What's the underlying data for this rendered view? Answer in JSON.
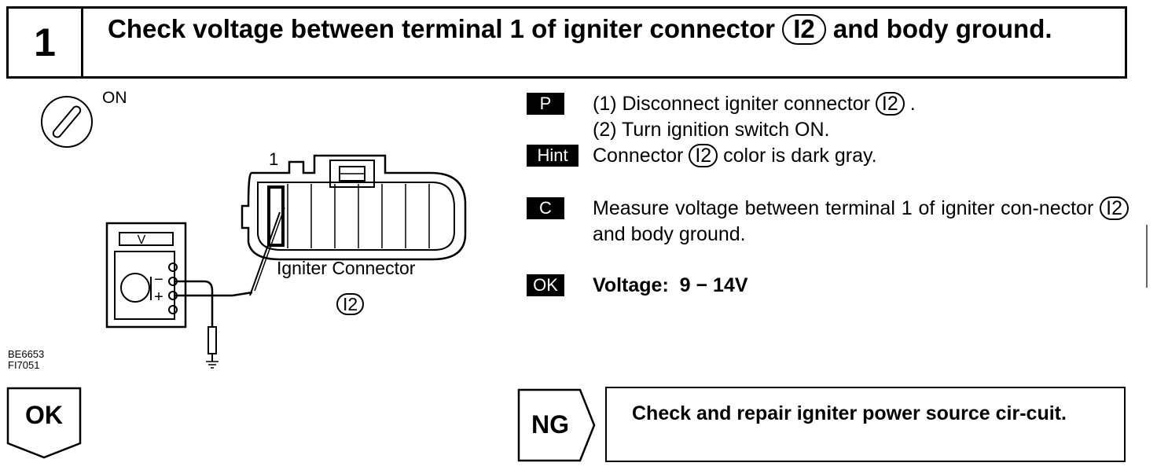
{
  "step": {
    "number": "1",
    "title_before": "Check voltage between terminal 1 of igniter connector",
    "connector_code": "I2",
    "title_after": "and body ground."
  },
  "ignition": {
    "label": "ON"
  },
  "diagram": {
    "terminal_label": "1",
    "meter_label": "V",
    "minus_label": "−",
    "plus_label": "+",
    "connector_label": "Igniter Connector",
    "connector_code": "I2",
    "figure_codes": [
      "BE6653",
      "FI7051"
    ]
  },
  "instructions": {
    "prep_tag": "P",
    "prep_step1_before": "(1) Disconnect igniter connector",
    "prep_step1_after": ".",
    "prep_step2": "(2) Turn ignition switch ON.",
    "hint_tag": "Hint",
    "hint_before": "Connector",
    "hint_after": "color is dark gray.",
    "check_tag": "C",
    "check_before": "Measure voltage between terminal 1 of igniter con-nector",
    "check_after": "and body ground.",
    "ok_tag": "OK",
    "ok_text": "Voltage:  9 − 14V",
    "connector_code": "I2"
  },
  "results": {
    "ok_label": "OK",
    "ng_label": "NG",
    "ng_action": "Check and repair igniter power source cir-cuit."
  }
}
